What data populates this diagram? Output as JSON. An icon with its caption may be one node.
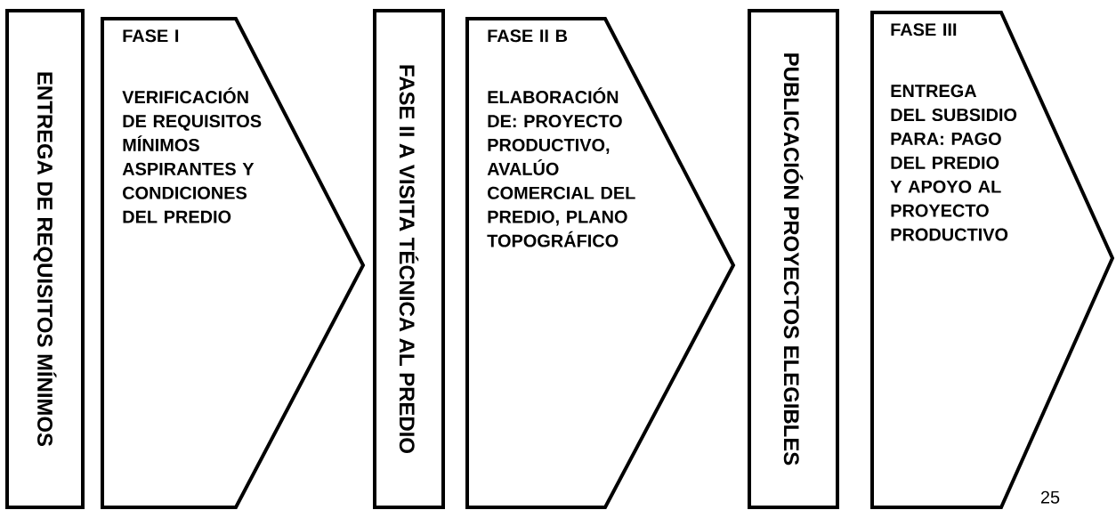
{
  "diagram": {
    "nodes": [
      {
        "text": [
          "ENTREGA DE REQUISITOS MÍNIMOS"
        ]
      },
      {
        "text": [
          "FASE I",
          "VERIFICACIÓN DE REQUISITOS MÍNIMOS ASPIRANTES Y CONDICIONES DEL PREDIO"
        ]
      },
      {
        "text": [
          "FASE II A VISITA TÉCNICA AL PREDIO"
        ]
      },
      {
        "text": [
          "FASE II B",
          "ELABORACIÓN DE: PROYECTO PRODUCTIVO, AVALÚO COMERCIAL DEL PREDIO, PLANO TOPOGRÁFICO"
        ]
      },
      {
        "text": [
          "PUBLICACIÓN PROYECTOS ELEGIBLES"
        ]
      },
      {
        "text": [
          "FASE III",
          "ENTREGA DEL SUBSIDIO PARA: PAGO DEL PREDIO Y APOYO AL PROYECTO PRODUCTIVO"
        ]
      }
    ],
    "labels": [
      "25"
    ]
  }
}
